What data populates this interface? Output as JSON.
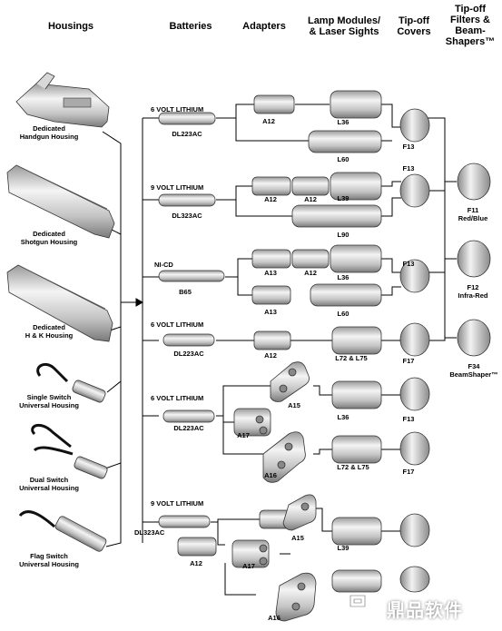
{
  "headers": {
    "housings": "Housings",
    "batteries": "Batteries",
    "adapters": "Adapters",
    "lamp_modules": "Lamp Modules/\n& Laser Sights",
    "tipoff_covers": "Tip-off\nCovers",
    "tipoff_filters": "Tip-off\nFilters &\nBeam-\nShapers™"
  },
  "housings": [
    {
      "label": "Dedicated\nHandgun Housing"
    },
    {
      "label": "Dedicated\nShotgun Housing"
    },
    {
      "label": "Dedicated\nH & K Housing"
    },
    {
      "label": "Single Switch\nUniversal Housing"
    },
    {
      "label": "Dual Switch\nUniversal Housing"
    },
    {
      "label": "Flag Switch\nUniversal Housing"
    }
  ],
  "batteries": {
    "b1_voltage": "6 VOLT LITHIUM",
    "b1_model": "DL223AC",
    "b2_voltage": "9 VOLT LITHIUM",
    "b2_model": "DL323AC",
    "b3_voltage": "NI-CD",
    "b3_model": "B65",
    "b4_voltage": "6 VOLT LITHIUM",
    "b4_model": "DL223AC",
    "b5_voltage": "6 VOLT LITHIUM",
    "b5_model": "DL223AC",
    "b6_voltage": "9 VOLT LITHIUM",
    "b6_model": "DL323AC"
  },
  "adapters": {
    "a1": "A12",
    "a2a": "A12",
    "a2b": "A12",
    "a3a": "A13",
    "a3b": "A12",
    "a3c": "A13",
    "a4": "A12",
    "a5a": "A15",
    "a5b": "A17",
    "a5c": "A16",
    "a6_batt": "A12",
    "a6a": "A15",
    "a6b": "A17",
    "a6c": "A16"
  },
  "lamps": {
    "l1": "L36",
    "l2": "L60",
    "l3": "L39",
    "l4": "L90",
    "l5": "L36",
    "l6": "L60",
    "l7": "L72 & L75",
    "l8": "L36",
    "l9": "L72 & L75",
    "l10": "L39"
  },
  "covers": {
    "c1": "F13",
    "c2": "F13",
    "c3": "F13",
    "c4": "F17",
    "c5": "F13",
    "c6": "F17"
  },
  "filters": {
    "f1": "F11\nRed/Blue",
    "f2": "F12\nInfra-Red",
    "f3": "F34\nBeamShaper™"
  },
  "watermark": {
    "text": "鼎品软件"
  },
  "colors": {
    "line": "#000000",
    "part_fill": "#e2e2e2",
    "part_dark": "#9a9a9a"
  }
}
